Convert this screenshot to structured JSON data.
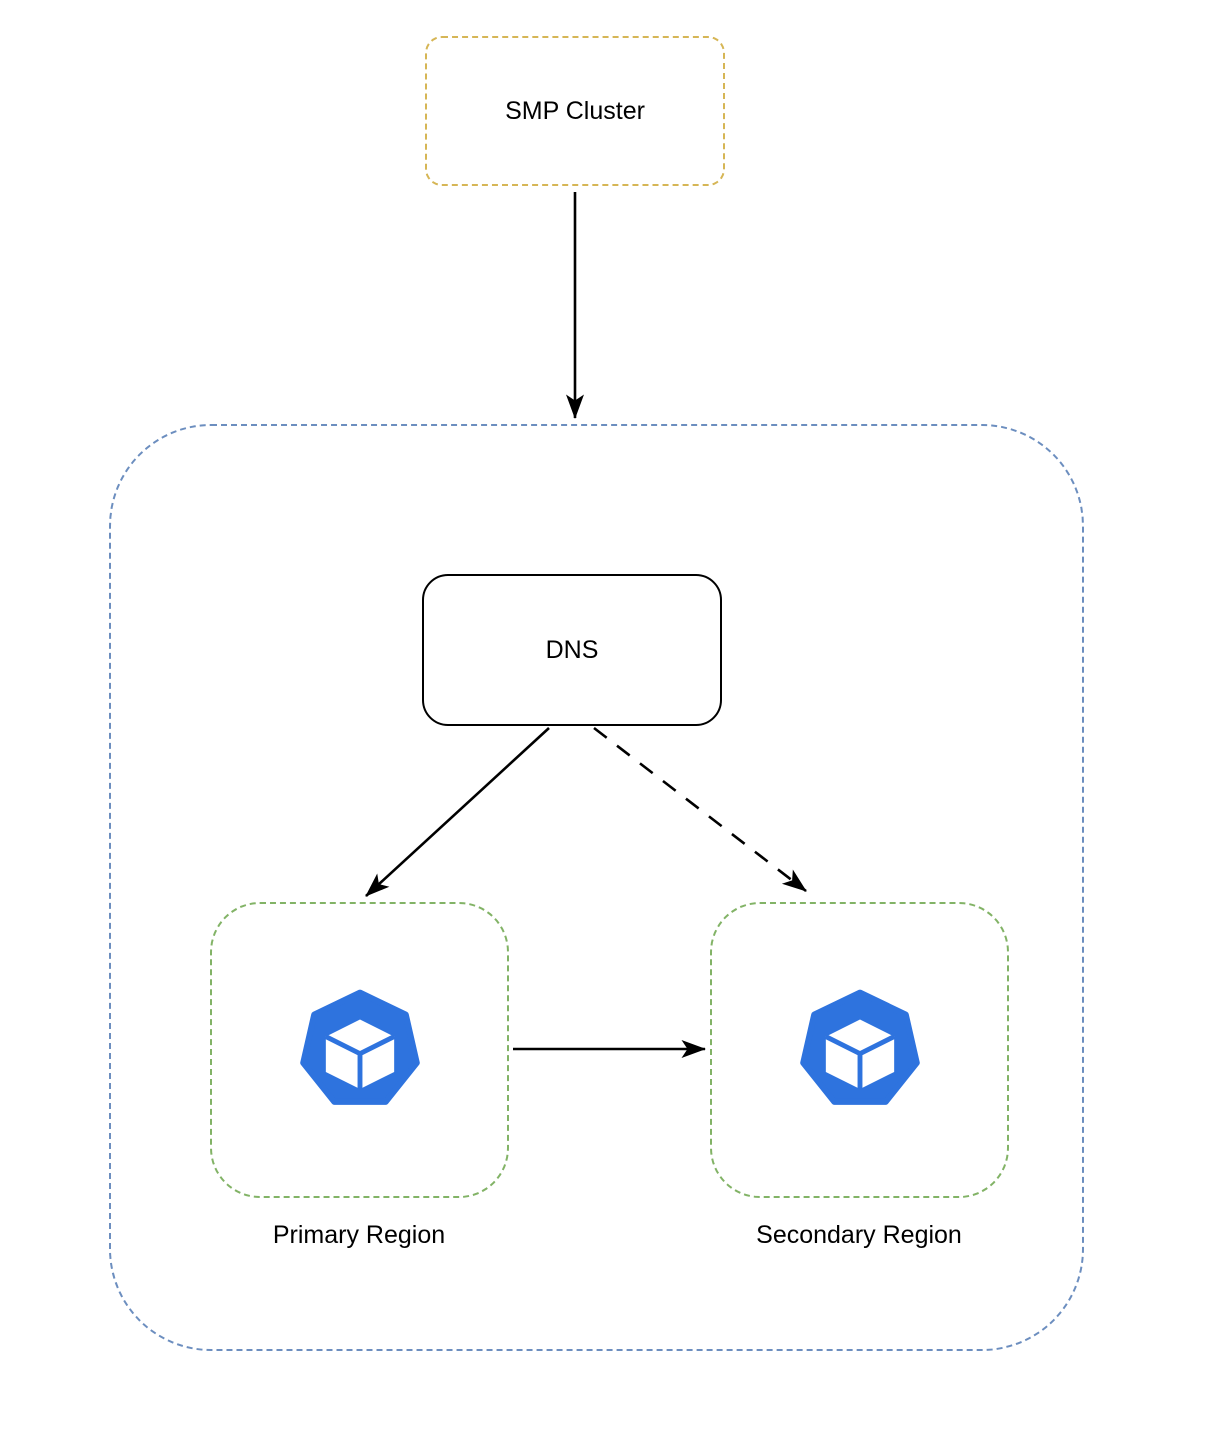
{
  "diagram": {
    "background_color": "#ffffff",
    "text_color": "#000000",
    "nodes": {
      "smp_cluster": {
        "label": "SMP Cluster",
        "border_color": "#d6b656",
        "border_style": "dashed",
        "fill": "#ffffff"
      },
      "region_group_container": {
        "border_color": "#6c8ebf",
        "border_style": "dashed",
        "fill": "#ffffff"
      },
      "dns": {
        "label": "DNS",
        "border_color": "#000000",
        "border_style": "solid",
        "fill": "#ffffff"
      },
      "primary_region": {
        "label": "Primary Region",
        "border_color": "#82b366",
        "border_style": "dashed",
        "icon": "cube-heptagon-icon",
        "icon_color": "#2e73de",
        "icon_cube_color": "#ffffff"
      },
      "secondary_region": {
        "label": "Secondary Region",
        "border_color": "#82b366",
        "border_style": "dashed",
        "icon": "cube-heptagon-icon",
        "icon_color": "#2e73de",
        "icon_cube_color": "#ffffff"
      }
    },
    "edges": [
      {
        "from": "SMP Cluster",
        "to": "region group container",
        "line_style": "solid",
        "arrowhead": "filled",
        "color": "#000000"
      },
      {
        "from": "DNS",
        "to": "Primary Region",
        "line_style": "solid",
        "arrowhead": "filled",
        "color": "#000000"
      },
      {
        "from": "DNS",
        "to": "Secondary Region",
        "line_style": "dashed",
        "arrowhead": "filled",
        "color": "#000000"
      },
      {
        "from": "Primary Region",
        "to": "Secondary Region",
        "line_style": "solid",
        "arrowhead": "filled",
        "color": "#000000"
      }
    ]
  }
}
